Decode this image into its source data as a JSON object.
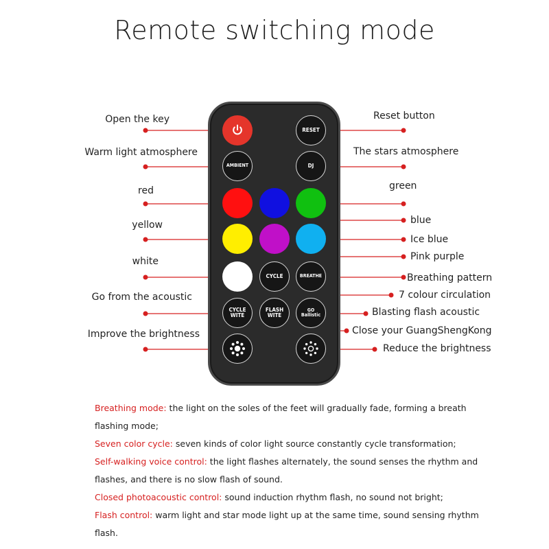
{
  "title": "Remote switching mode",
  "colors": {
    "leader": "#d62020",
    "remote_body": "#2b2b2b",
    "power": "#e5352b",
    "red": "#ff1010",
    "blue": "#1010e0",
    "green": "#10c010",
    "yellow": "#ffee00",
    "purple": "#c010c8",
    "ice_blue": "#10b0f0",
    "white": "#ffffff",
    "note_key": "#d62020"
  },
  "buttons": {
    "power_icon": "power-icon",
    "reset": "RESET",
    "ambient": "AMBIENT",
    "dj": "DJ",
    "cycle": "CYCLE",
    "breathe": "BREATHE",
    "cycle_wite_1": "CYCLE",
    "cycle_wite_2": "WITE",
    "flash_wite_1": "FLASH",
    "flash_wite_2": "WITE",
    "go_1": "GO",
    "go_2": "Ballistic",
    "brightness_up_icon": "brightness-up-icon",
    "brightness_down_icon": "brightness-down-icon"
  },
  "labels": {
    "open_key": "Open the key",
    "warm_light": "Warm light atmosphere",
    "red": "red",
    "yellow": "yellow",
    "white": "white",
    "go_acoustic": "Go from the acoustic",
    "improve_brightness": "Improve the brightness",
    "reset_button": "Reset button",
    "stars": "The stars atmosphere",
    "green": "green",
    "blue": "blue",
    "ice_blue": "Ice blue",
    "pink_purple": "Pink purple",
    "breathing_pattern": "Breathing pattern",
    "seven_colour": "7 colour circulation",
    "blasting_flash": "Blasting flash acoustic",
    "close_guang": "Close your GuangShengKong",
    "reduce_brightness": "Reduce the brightness"
  },
  "notes": [
    {
      "key": "Breathing mode:",
      "text": " the light on the soles of the feet will gradually fade, forming a breath"
    },
    {
      "key": "",
      "text": "flashing mode;"
    },
    {
      "key": "Seven color cycle:",
      "text": " seven kinds of color light source constantly cycle transformation;"
    },
    {
      "key": "Self-walking voice control:",
      "text": " the light flashes alternately, the sound senses the rhythm and"
    },
    {
      "key": "",
      "text": "flashes, and there is no slow flash of sound."
    },
    {
      "key": "Closed photoacoustic control:",
      "text": " sound induction rhythm flash, no sound not bright;"
    },
    {
      "key": "Flash control:",
      "text": " warm light and star mode light up at the same time, sound sensing rhythm"
    },
    {
      "key": "",
      "text": "flash."
    }
  ]
}
